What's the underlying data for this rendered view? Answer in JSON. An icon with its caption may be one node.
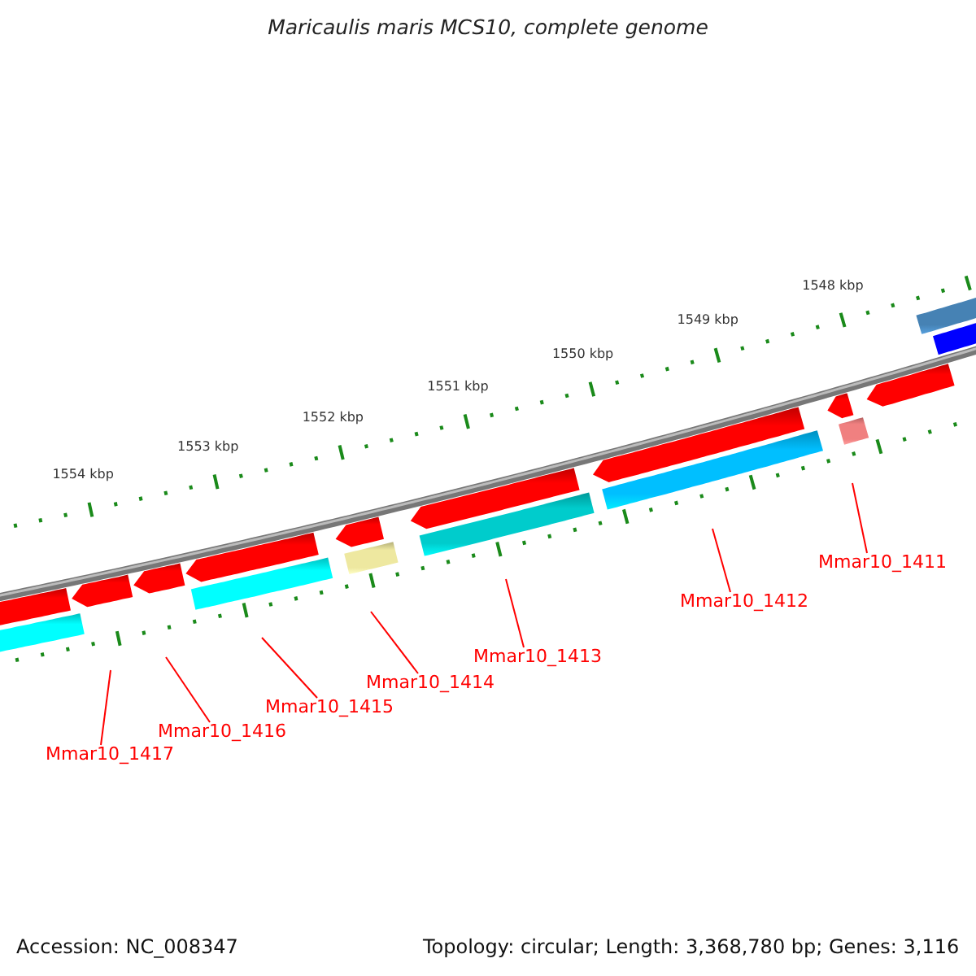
{
  "diagram": {
    "title": "Maricaulis maris MCS10, complete genome",
    "nodes": [
      {
        "text": [
          "Mmar10_1411"
        ]
      },
      {
        "text": [
          "Mmar10_1412"
        ]
      },
      {
        "text": [
          "Mmar10_1413"
        ]
      },
      {
        "text": [
          "Mmar10_1414"
        ]
      },
      {
        "text": [
          "Mmar10_1415"
        ]
      },
      {
        "text": [
          "Mmar10_1416"
        ]
      },
      {
        "text": [
          "Mmar10_1417"
        ]
      }
    ],
    "edges": [
      {
        "from": 0,
        "to": null,
        "arrow": "none"
      },
      {
        "from": 1,
        "to": null,
        "arrow": "none"
      },
      {
        "from": 2,
        "to": null,
        "arrow": "none"
      },
      {
        "from": 3,
        "to": null,
        "arrow": "none"
      },
      {
        "from": 4,
        "to": null,
        "arrow": "none"
      },
      {
        "from": 5,
        "to": null,
        "arrow": "none"
      },
      {
        "from": 6,
        "to": null,
        "arrow": "none"
      }
    ],
    "labels": [
      "1548 kbp",
      "1549 kbp",
      "1550 kbp",
      "1551 kbp",
      "1552 kbp",
      "1553 kbp",
      "1554 kbp",
      "Accession: NC_008347",
      "Topology: circular; Length: 3,368,780 bp; Genes: 3,116"
    ]
  }
}
